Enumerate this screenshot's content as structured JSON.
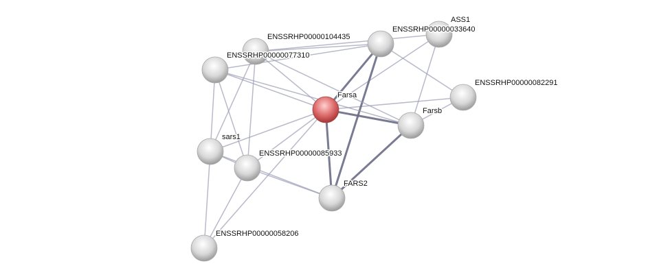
{
  "nodes": [
    {
      "id": "farsa",
      "label": "Farsa",
      "query": true
    },
    {
      "id": "n104435",
      "label": "ENSSRHP00000104435"
    },
    {
      "id": "n77310",
      "label": "ENSSRHP00000077310"
    },
    {
      "id": "n33640",
      "label": "ENSSRHP00000033640"
    },
    {
      "id": "ass1",
      "label": "ASS1"
    },
    {
      "id": "n82291",
      "label": "ENSSRHP00000082291"
    },
    {
      "id": "farsb",
      "label": "Farsb"
    },
    {
      "id": "sars1",
      "label": "sars1"
    },
    {
      "id": "n85933",
      "label": "ENSSRHP00000085933"
    },
    {
      "id": "fars2",
      "label": "FARS2"
    },
    {
      "id": "n58206",
      "label": "ENSSRHP00000058206"
    }
  ],
  "edges": [
    [
      "farsa",
      "n104435",
      1
    ],
    [
      "farsa",
      "n77310",
      1
    ],
    [
      "farsa",
      "n33640",
      3
    ],
    [
      "farsa",
      "ass1",
      1
    ],
    [
      "farsa",
      "n82291",
      1
    ],
    [
      "farsa",
      "farsb",
      3
    ],
    [
      "farsa",
      "fars2",
      3
    ],
    [
      "farsa",
      "sars1",
      1
    ],
    [
      "farsa",
      "n85933",
      1
    ],
    [
      "farsa",
      "n58206",
      1
    ],
    [
      "n33640",
      "fars2",
      3
    ],
    [
      "n33640",
      "n82291",
      1
    ],
    [
      "n33640",
      "n77310",
      1
    ],
    [
      "n33640",
      "n104435",
      1
    ],
    [
      "n104435",
      "ass1",
      1
    ],
    [
      "ass1",
      "farsb",
      1
    ],
    [
      "n77310",
      "farsb",
      1
    ],
    [
      "n104435",
      "farsb",
      1
    ],
    [
      "farsb",
      "fars2",
      3
    ],
    [
      "farsb",
      "n82291",
      1
    ],
    [
      "sars1",
      "n77310",
      1
    ],
    [
      "sars1",
      "n104435",
      1
    ],
    [
      "sars1",
      "n85933",
      1
    ],
    [
      "sars1",
      "n58206",
      1
    ],
    [
      "sars1",
      "fars2",
      1
    ],
    [
      "n85933",
      "n77310",
      1
    ],
    [
      "n85933",
      "n104435",
      1
    ],
    [
      "n85933",
      "fars2",
      1
    ],
    [
      "n85933",
      "n58206",
      1
    ]
  ],
  "colors": {
    "query": "#e06060",
    "node": "#dcdcdc",
    "edge": "#9a9cb4",
    "edge_strong": "#6a6d86"
  }
}
